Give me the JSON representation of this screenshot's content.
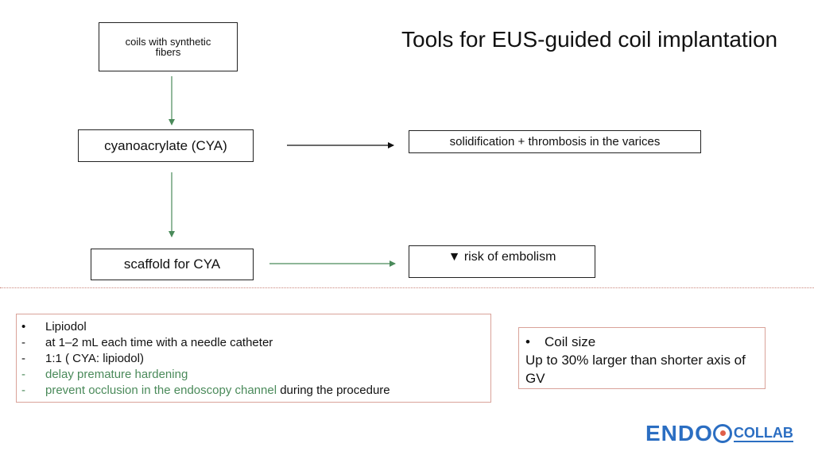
{
  "title": "Tools for EUS-guided coil implantation",
  "flow": {
    "coils": "coils with synthetic fibers",
    "cya": "cyanoacrylate (CYA)",
    "solidification": "solidification +  thrombosis in the varices",
    "scaffold": "scaffold for CYA",
    "risk": "▼  risk of embolism"
  },
  "lipiodol": {
    "bullet": "•",
    "heading": "Lipiodol",
    "items": [
      {
        "mark": "-",
        "text": "at 1–2 mL each time with a needle catheter",
        "suffix": ""
      },
      {
        "mark": "-",
        "text": "1:1 ( CYA: lipiodol)",
        "suffix": ""
      },
      {
        "mark": "-",
        "text": "delay premature hardening",
        "suffix": ""
      },
      {
        "mark": "-",
        "text": "prevent occlusion in the endoscopy channel",
        "suffix": " during the procedure"
      }
    ]
  },
  "coil_size": {
    "bullet": "•",
    "heading": "Coil size",
    "text": "Up to 30% larger than shorter axis of GV"
  },
  "logo": {
    "brand": "ENDO",
    "sub": "COLLAB"
  },
  "colors": {
    "green_arrow": "#4a8a5a",
    "black_arrow": "#111111",
    "logo_blue": "#2b6ec2",
    "accent_red": "#e0604a"
  }
}
